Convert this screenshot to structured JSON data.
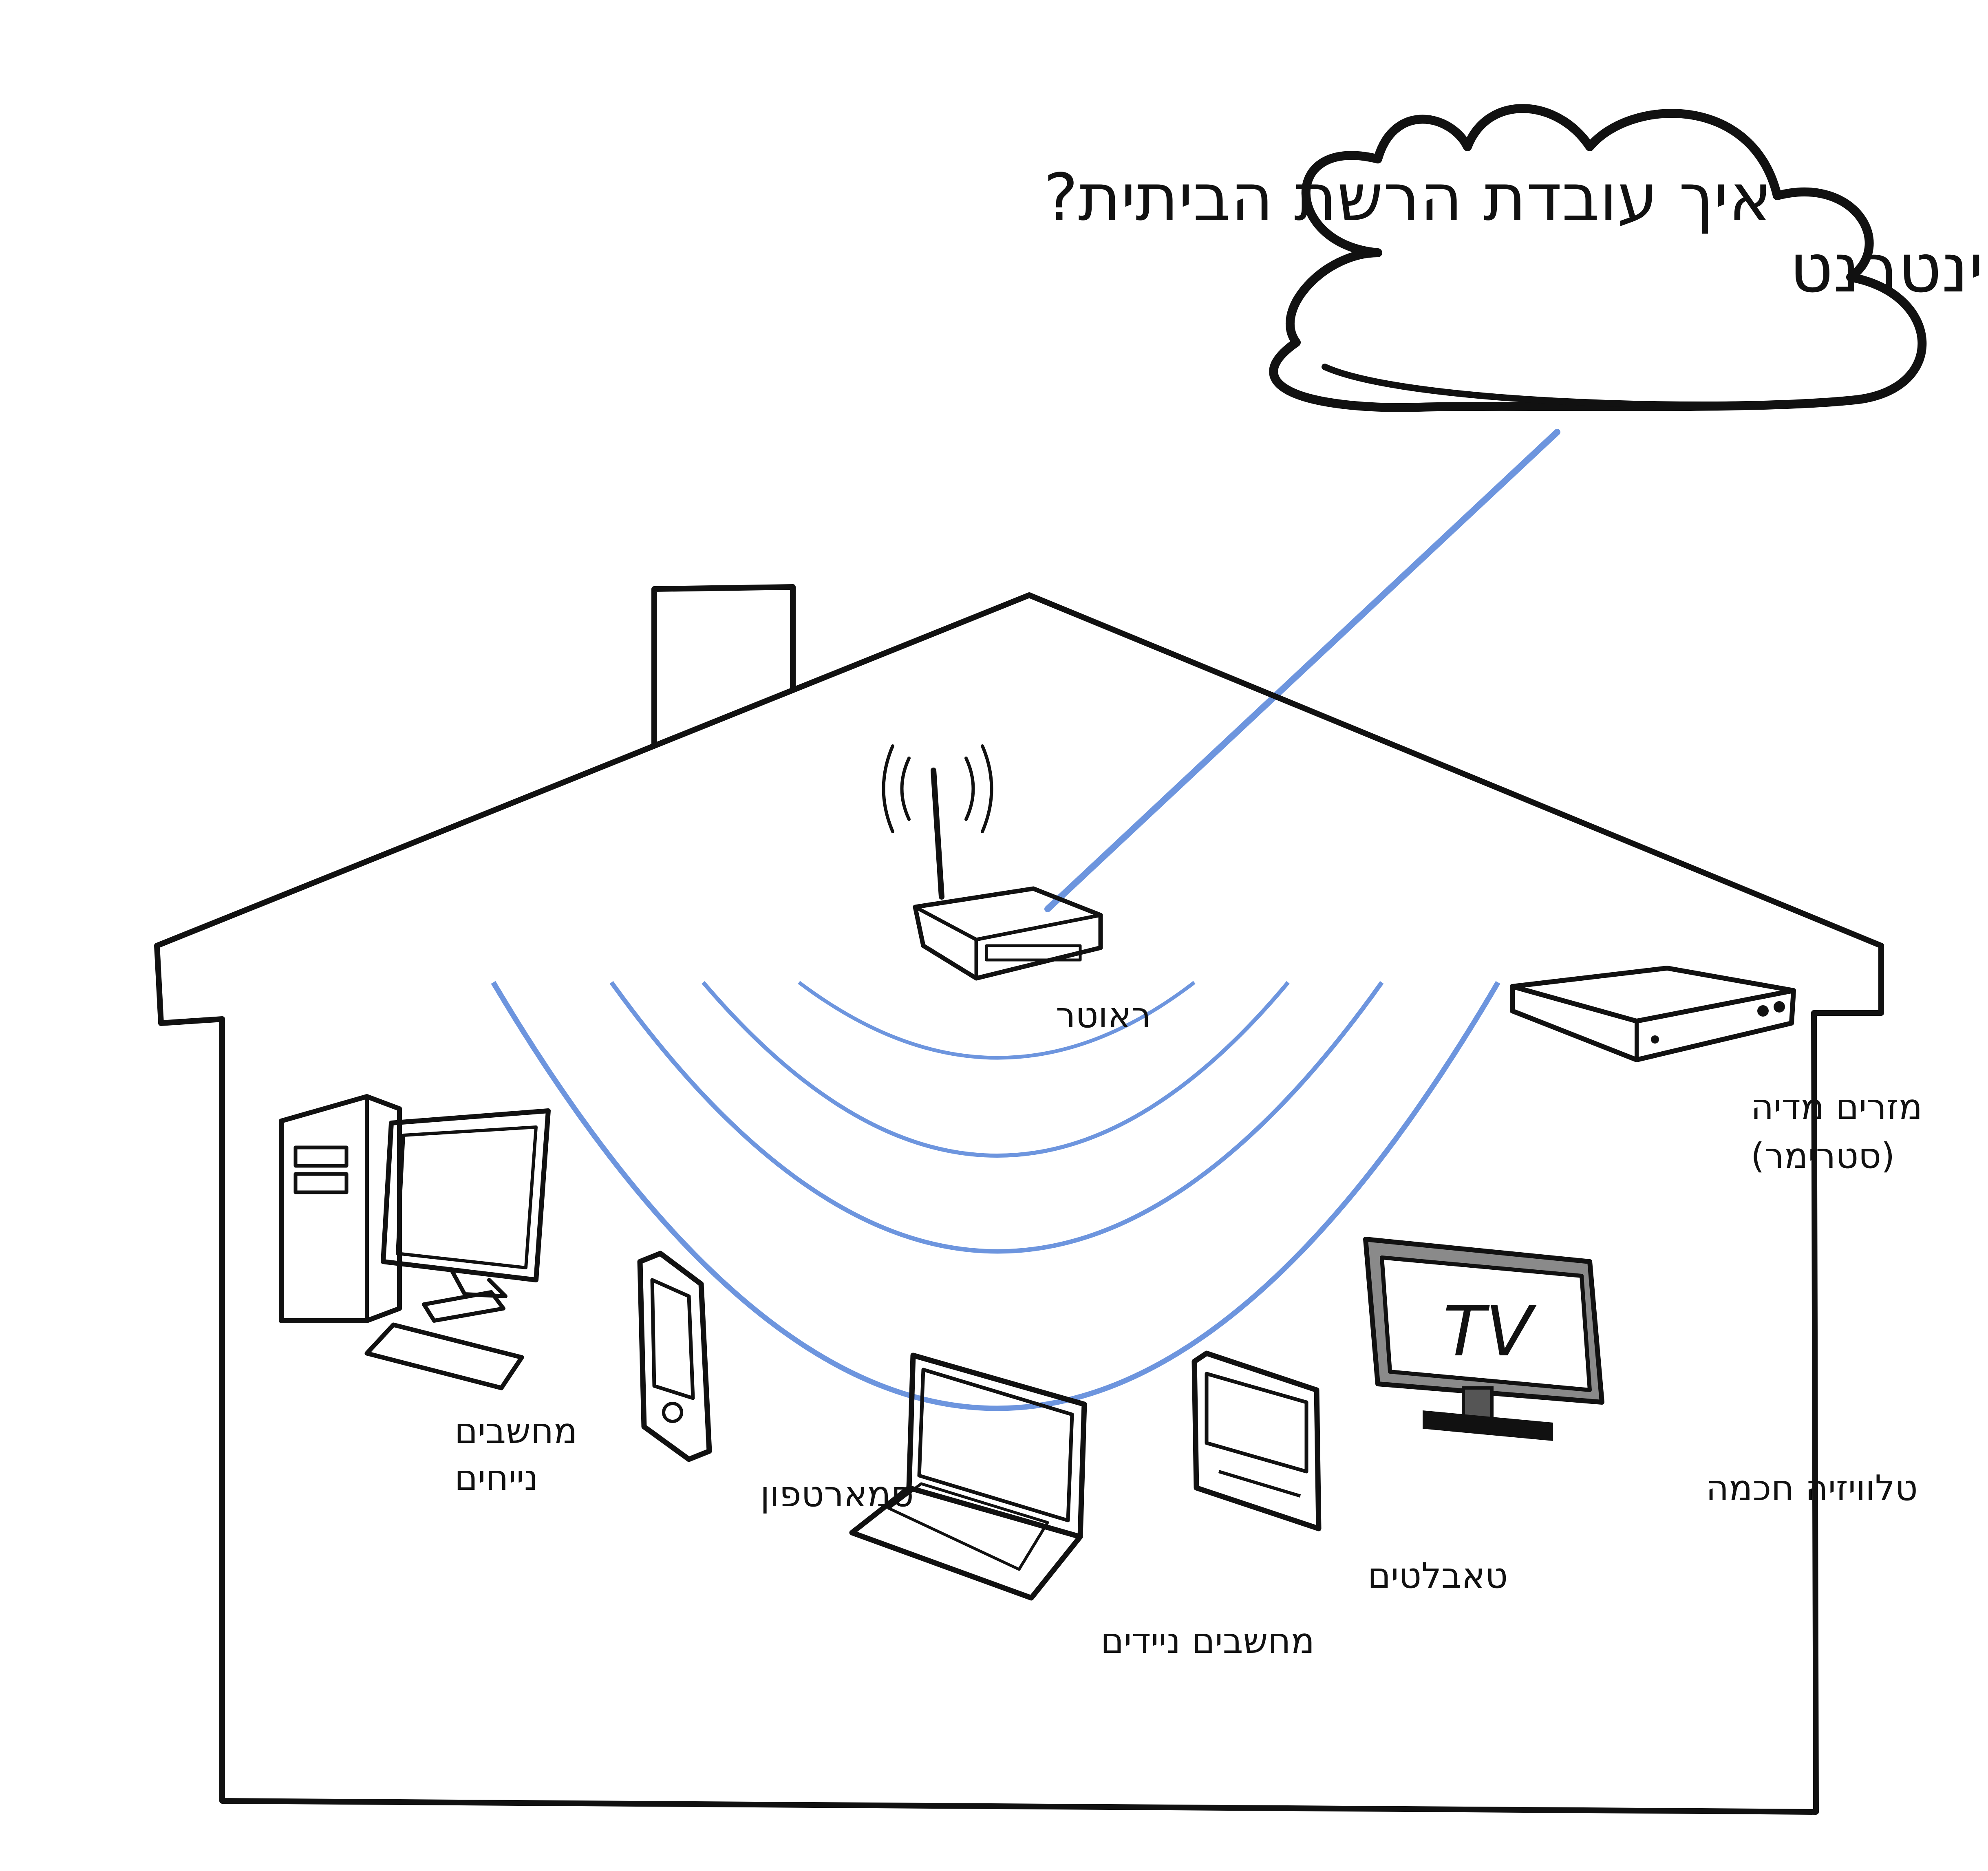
{
  "title": "איך עובדת הרשת הביתית?",
  "internet": {
    "label": "האינטרנט"
  },
  "router": {
    "label": "ראוטר"
  },
  "devices": {
    "desktop": {
      "label_line1": "מחשבים",
      "label_line2": "נייחים"
    },
    "smartphone": {
      "label": "סמארטפון"
    },
    "laptop": {
      "label": "מחשבים ניידים"
    },
    "tablet": {
      "label": "טאבלטים"
    },
    "smart_tv": {
      "label": "טלוויזיה חכמה",
      "screen_text": "TV"
    },
    "streamer": {
      "label_line1": "מזרים מדיה",
      "label_line2": "(סטרימר)"
    }
  },
  "colors": {
    "wifi": "#6d95de",
    "outline": "#111111",
    "tv_frame": "#8a8a8a"
  }
}
